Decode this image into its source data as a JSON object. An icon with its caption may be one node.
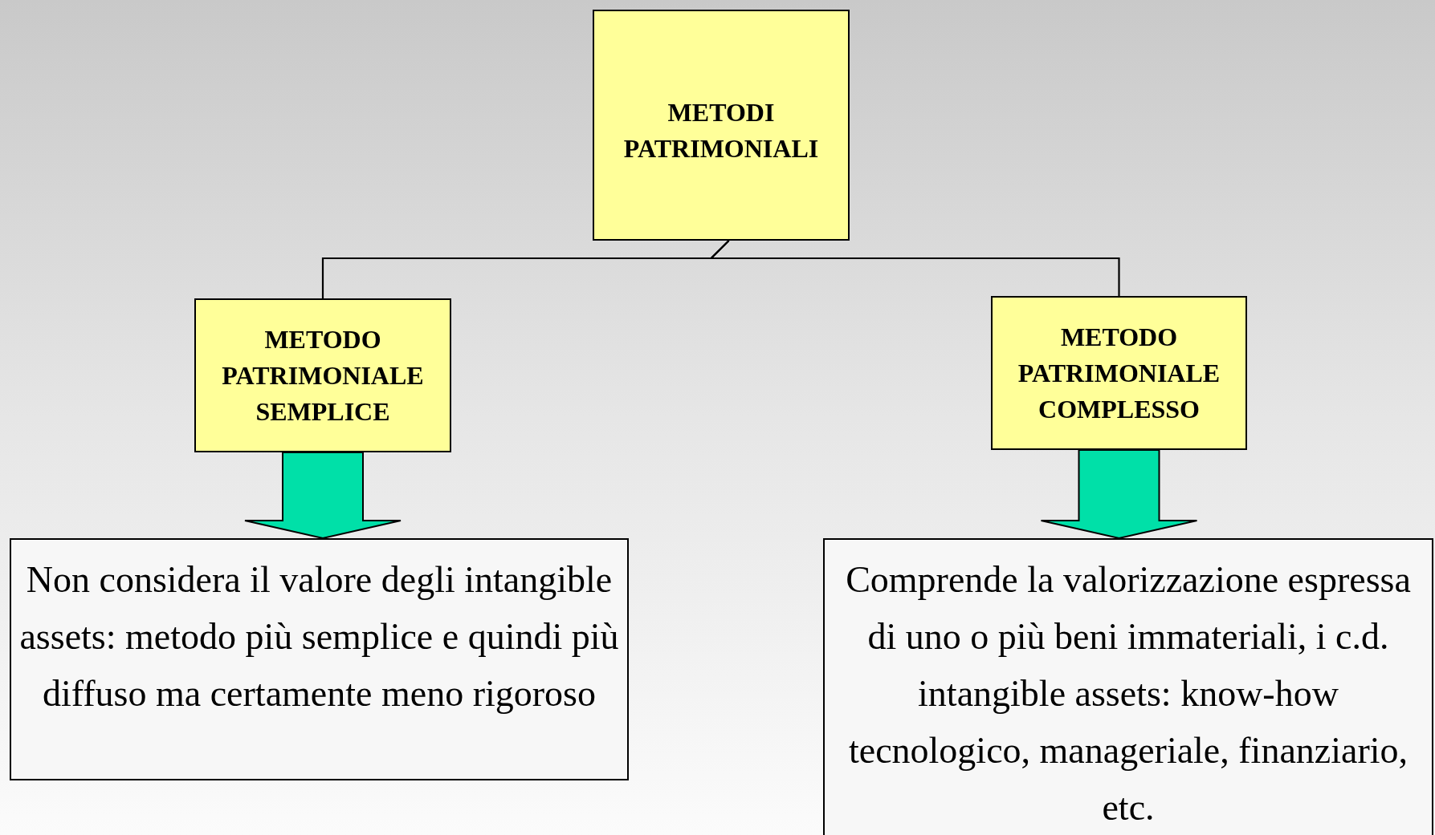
{
  "diagram": {
    "nodes": [
      {
        "text": [
          "METODI PATRIMONIALI"
        ]
      },
      {
        "text": [
          "METODO PATRIMONIALE SEMPLICE"
        ]
      },
      {
        "text": [
          "METODO PATRIMONIALE COMPLESSO"
        ]
      },
      {
        "text": [
          "Non considera il valore degli intangible assets: metodo più semplice e quindi più diffuso ma certamente meno rigoroso"
        ]
      },
      {
        "text": [
          "Comprende la valorizzazione espressa di uno o più beni immateriali, i c.d. intangible assets: know-how tecnologico, manageriale, finanziario, etc."
        ]
      }
    ],
    "edges": [
      {
        "from": 0,
        "to": 1,
        "arrow": "none"
      },
      {
        "from": 0,
        "to": 2,
        "arrow": "none"
      },
      {
        "from": 1,
        "to": 3,
        "arrow": "to",
        "style": "thick",
        "color": "#00e0a8"
      },
      {
        "from": 2,
        "to": 4,
        "arrow": "to",
        "style": "thick",
        "color": "#00e0a8"
      }
    ]
  }
}
